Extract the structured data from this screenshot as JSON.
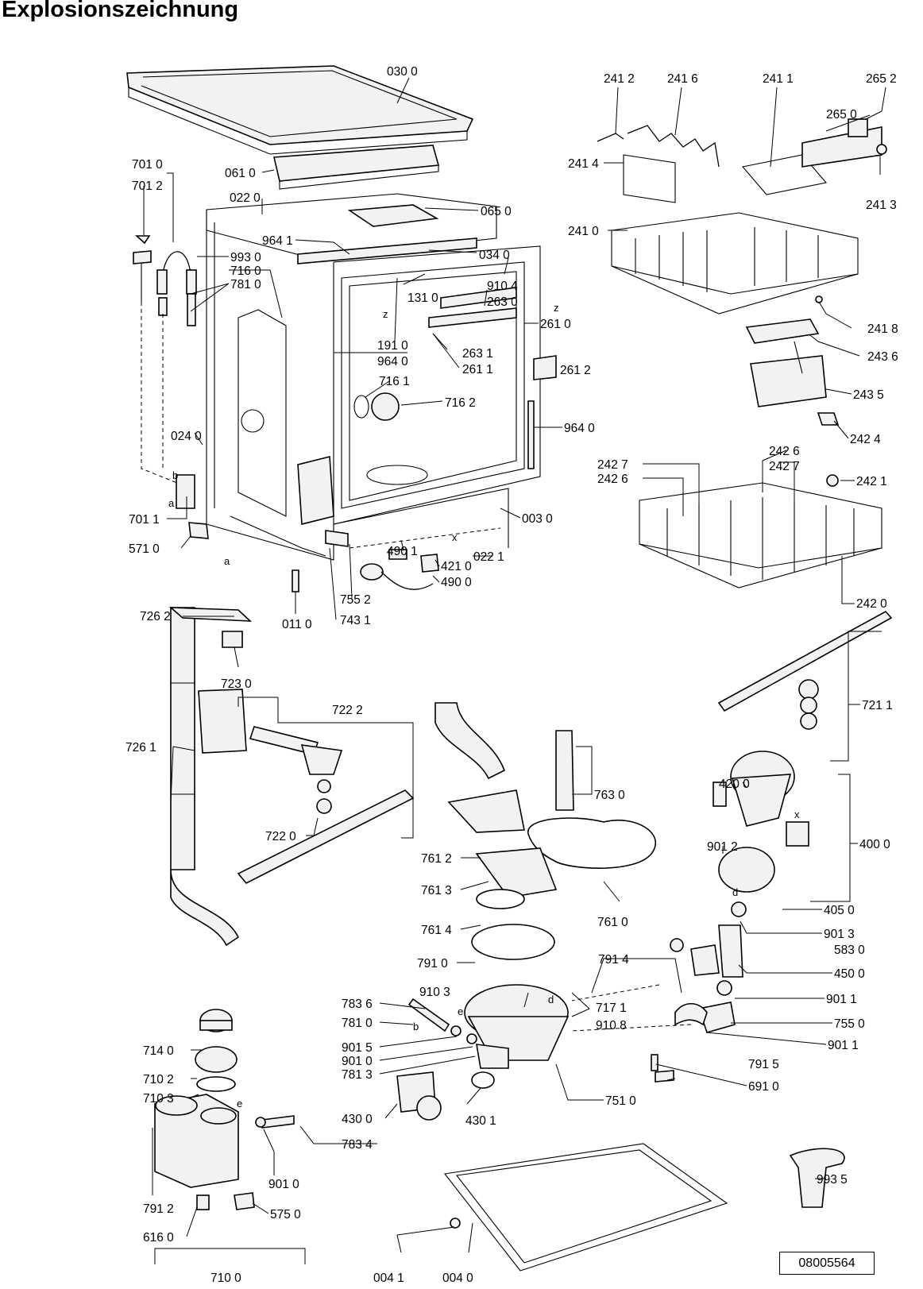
{
  "title": "Explosionszeichnung",
  "document_number": "08005564",
  "callouts": {
    "c0300": "030 0",
    "c0610": "061 0",
    "c0220": "022 0",
    "c0650": "065 0",
    "c7010": "701 0",
    "c7012": "701 2",
    "c9930": "993 0",
    "c7160": "716 0",
    "c7810": "781 0",
    "c9641": "964 1",
    "c0340": "034 0",
    "c1310": "131 0",
    "c9104": "910 4",
    "c2630": "263 0",
    "c2610": "261 0",
    "c1910": "191 0",
    "c9640": "964 0",
    "c2631": "263 1",
    "c2611": "261 1",
    "c2612": "261 2",
    "c7161": "716 1",
    "c7162": "716 2",
    "c9640b": "964 0",
    "c0240": "024 0",
    "c7011": "701 1",
    "c5710": "571 0",
    "c0030": "003 0",
    "c4901": "490 1",
    "c4210": "421 0",
    "c4900": "490 0",
    "c0221": "022 1",
    "c0110": "011 0",
    "c7552": "755 2",
    "c7431": "743 1",
    "c2412": "241 2",
    "c2416": "241 6",
    "c2411": "241 1",
    "c2652": "265 2",
    "c2650": "265 0",
    "c2414": "241 4",
    "c2413": "241 3",
    "c2410": "241 0",
    "c2418": "241 8",
    "c2436": "243 6",
    "c2435": "243 5",
    "c2424": "242 4",
    "c2427a": "242 7",
    "c2426a": "242 6",
    "c2426b": "242 6",
    "c2427b": "242 7",
    "c2421": "242 1",
    "c2420": "242 0",
    "c7262": "726 2",
    "c7230": "723 0",
    "c7222": "722 2",
    "c7261": "726 1",
    "c7220": "722 0",
    "c7211": "721 1",
    "c7630": "763 0",
    "c4200": "420 0",
    "c9012": "901 2",
    "c4000": "400 0",
    "c7612": "761 2",
    "c7613": "761 3",
    "c7614": "761 4",
    "c7610": "761 0",
    "c4050": "405 0",
    "c9013": "901 3",
    "c7910": "791 0",
    "c7914": "791 4",
    "c5830": "583 0",
    "c4500": "450 0",
    "c9103": "910 3",
    "c7171": "717 1",
    "c7836": "783 6",
    "c9108": "910 8",
    "c9011a": "901 1",
    "c7810b": "781 0",
    "c7550": "755 0",
    "c9015": "901 5",
    "c9011b": "901 1",
    "c9010": "901 0",
    "c7813": "781 3",
    "c7915": "791 5",
    "c7510": "751 0",
    "c6910": "691 0",
    "c7140": "714 0",
    "c7102": "710 2",
    "c7103": "710 3",
    "c4300": "430 0",
    "c4301": "430 1",
    "c7834": "783 4",
    "c9010b": "901 0",
    "c7912": "791 2",
    "c5750": "575 0",
    "c6160": "616 0",
    "c7100": "710 0",
    "c0041": "004 1",
    "c0040": "004 0",
    "c9935": "993 5"
  },
  "markers": {
    "a": "a",
    "b": "b",
    "d": "d",
    "e": "e",
    "x": "x",
    "z": "z"
  }
}
